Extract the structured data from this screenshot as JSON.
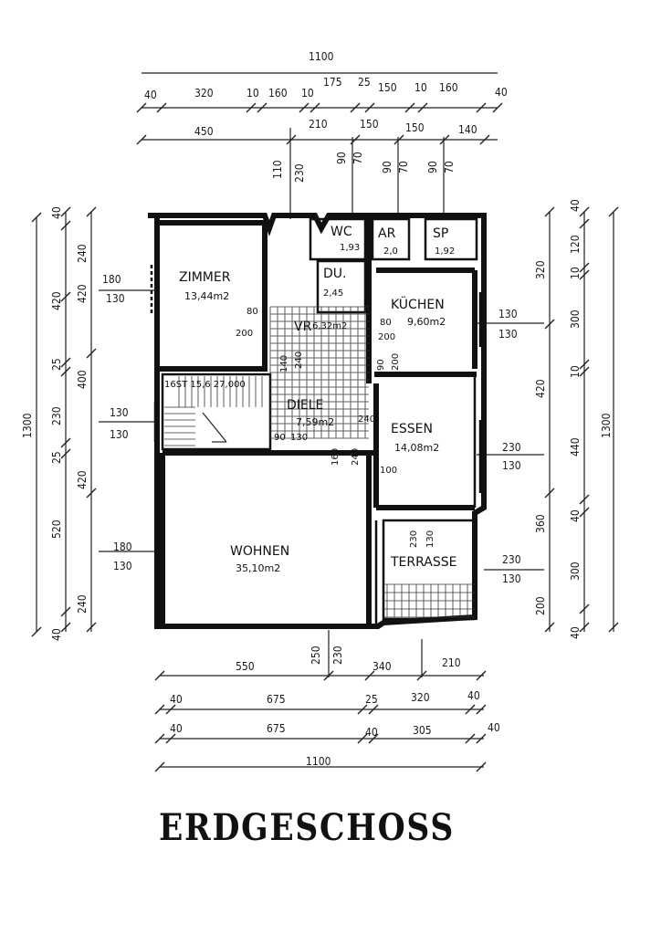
{
  "title": "ERDGESCHOSS",
  "rooms": {
    "zimmer": {
      "name": "ZIMMER",
      "area": "13,44m2"
    },
    "wc": {
      "name": "WC",
      "area": "1,93"
    },
    "ar": {
      "name": "AR",
      "area": "2,0"
    },
    "sp": {
      "name": "SP",
      "area": "1,92"
    },
    "du": {
      "name": "DU.",
      "area": "2,45"
    },
    "kuechen": {
      "name": "KÜCHEN",
      "area": "9,60m2"
    },
    "vr": {
      "name": "VR",
      "area": "6,32m2"
    },
    "diele": {
      "name": "DIELE",
      "area": "7,59m2"
    },
    "essen": {
      "name": "ESSEN",
      "area": "14,08m2"
    },
    "wohnen": {
      "name": "WOHNEN",
      "area": "35,10m2"
    },
    "terrasse": {
      "name": "TERRASSE"
    }
  },
  "stair": {
    "label": "16ST 15,6 27,000"
  },
  "dims": {
    "top_total": "1100",
    "top_row1": [
      "40",
      "320",
      "10",
      "160",
      "10",
      "175",
      "25",
      "150",
      "10",
      "160",
      "40"
    ],
    "top_row2": [
      "450",
      "210",
      "150",
      "150",
      "140"
    ],
    "top_vertical": [
      "110",
      "230",
      "90",
      "70",
      "90",
      "70",
      "90",
      "70"
    ],
    "left_outer": "1300",
    "left_row": [
      "40",
      "240",
      "420",
      "25",
      "230",
      "25",
      "520",
      "240",
      "40"
    ],
    "left_row2": [
      "420",
      "400",
      "420"
    ],
    "left_windows": [
      "180",
      "130",
      "130",
      "130",
      "180",
      "130"
    ],
    "right_outer": "1300",
    "right_row": [
      "40",
      "120",
      "10",
      "300",
      "10",
      "440",
      "40",
      "300",
      "200",
      "40"
    ],
    "right_row2": [
      "320",
      "420",
      "360"
    ],
    "right_windows": [
      "130",
      "130",
      "230",
      "130",
      "230",
      "130"
    ],
    "bottom_row0": [
      "550",
      "250",
      "230",
      "340",
      "210"
    ],
    "bottom_row1": [
      "40",
      "675",
      "25",
      "320",
      "40"
    ],
    "bottom_row2": [
      "40",
      "675",
      "40",
      "305",
      "40"
    ],
    "bottom_total": "1100",
    "interior": [
      "80",
      "200",
      "140",
      "240",
      "90",
      "130",
      "160",
      "240",
      "100",
      "80",
      "200",
      "90",
      "200",
      "240",
      "230",
      "130"
    ]
  }
}
